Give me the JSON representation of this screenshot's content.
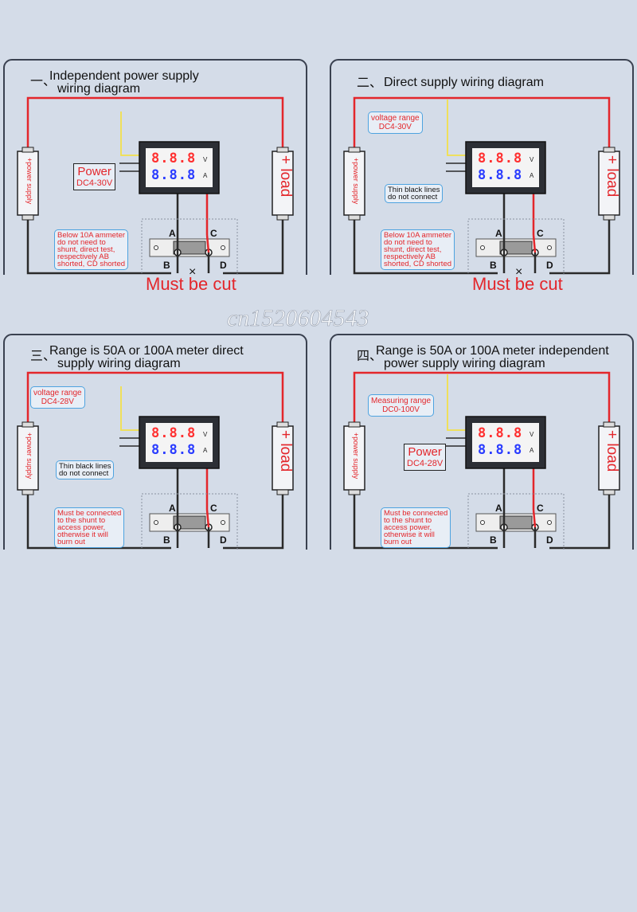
{
  "panels": [
    {
      "prefix": "一、",
      "title": [
        "Independent power supply",
        "wiring diagram"
      ],
      "power": {
        "label": "Power",
        "range": "DC4-30V"
      },
      "callout_black": "",
      "callout_range": null,
      "callout_red": [
        "Below 10A ammeter",
        "do not need to",
        "shunt, direct test,",
        "respectively AB",
        "shorted, CD shorted"
      ],
      "must_cut": "Must be cut",
      "x_mark": "×"
    },
    {
      "prefix": "二、",
      "title": [
        "Direct supply wiring diagram"
      ],
      "power": null,
      "callout_black": [
        "Thin black lines",
        "do not connect"
      ],
      "callout_range": [
        "voltage range",
        "DC4-30V"
      ],
      "callout_red": [
        "Below 10A ammeter",
        "do not need to",
        "shunt, direct test,",
        "respectively AB",
        "shorted, CD shorted"
      ],
      "must_cut": "Must be cut",
      "x_mark": "×"
    },
    {
      "prefix": "三、",
      "title": [
        "Range is 50A or 100A meter direct",
        "supply wiring diagram"
      ],
      "power": null,
      "callout_black": [
        "Thin black lines",
        "do not connect"
      ],
      "callout_range": [
        "voltage range",
        "DC4-28V"
      ],
      "callout_red": [
        "Must be connected",
        "to the shunt to",
        "access power,",
        "otherwise it will",
        "burn out"
      ],
      "must_cut": "",
      "x_mark": ""
    },
    {
      "prefix": "四、",
      "title": [
        "Range is 50A or 100A meter independent",
        "power supply wiring diagram"
      ],
      "power": {
        "label": "Power",
        "range": "DC4-28V"
      },
      "callout_black": "",
      "callout_range": [
        "Measuring range",
        "DC0-100V"
      ],
      "callout_red": [
        "Must be connected",
        "to the shunt to",
        "access power,",
        "otherwise it will",
        "burn out"
      ],
      "must_cut": "",
      "x_mark": ""
    }
  ],
  "common": {
    "display_top": "8.8.8",
    "display_bottom": "8.8.8",
    "unit_v": "V",
    "unit_a": "A",
    "supply": "+power supply",
    "supply_minus": "-",
    "load": "+ load",
    "load_minus": "-",
    "terminals": [
      "A",
      "B",
      "C",
      "D"
    ]
  },
  "watermark": "cn1520604543",
  "colors": {
    "red": "#e3262b",
    "yellow": "#f2e04b",
    "wire": "#2a2a2a",
    "digit_red": "#ff3030",
    "digit_blue": "#2a3cff",
    "callout_border": "#4ea3e0"
  }
}
